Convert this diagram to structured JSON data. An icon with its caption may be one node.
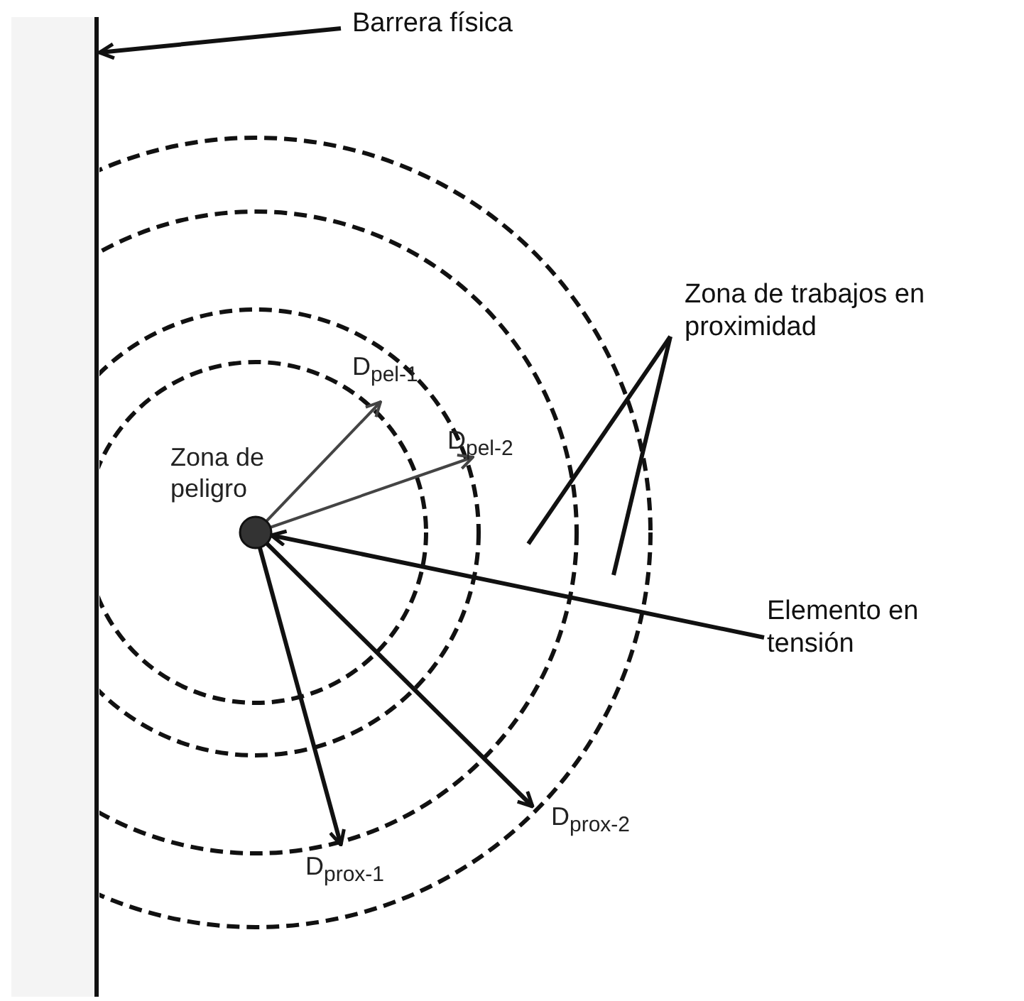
{
  "diagram": {
    "nodes": [
      {
        "text": [],
        "shape": "bar"
      },
      {
        "text": [
          "Barrera física"
        ]
      },
      {
        "text": [
          "Zona de trabajos en proximidad"
        ]
      },
      {
        "text": [],
        "shape": "circle"
      },
      {
        "text": [
          "Elemento en tensión"
        ]
      }
    ],
    "edges": [
      {
        "from": 1,
        "to": 0,
        "arrow": "to"
      },
      {
        "from": 2,
        "to": null,
        "arrow": "none"
      },
      {
        "from": 2,
        "to": null,
        "arrow": "none"
      },
      {
        "from": 4,
        "to": 3,
        "arrow": "to"
      }
    ],
    "labels": [
      "D$_{pel-1}$",
      "Zona de peligro",
      "D$_{pel-2}$",
      "D$_{prox-2}$",
      "D$_{prox-1}$"
    ]
  }
}
